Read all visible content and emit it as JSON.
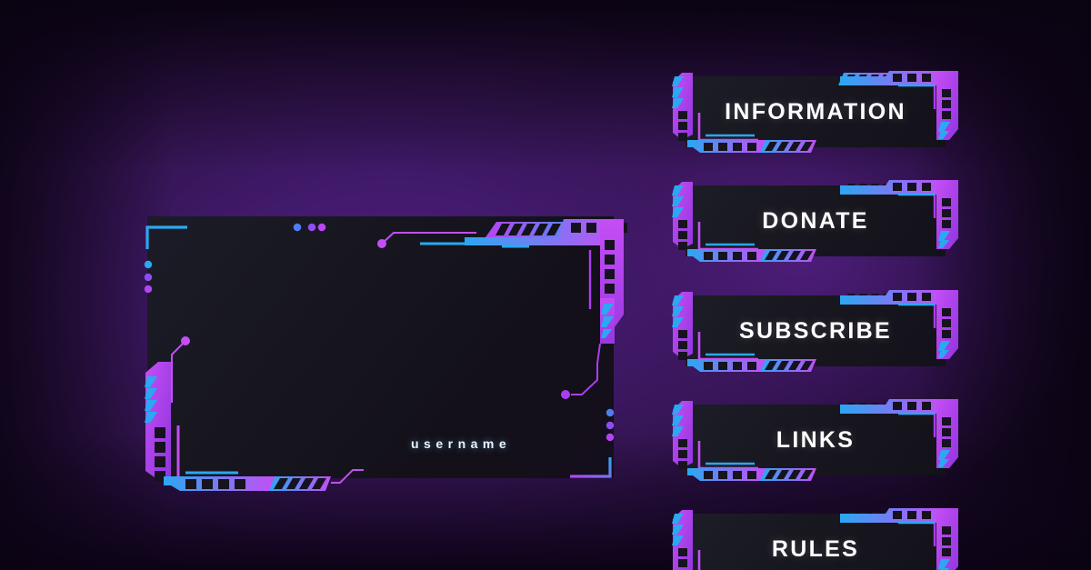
{
  "theme": {
    "background_dark": "#190a28",
    "background_purple": "#4b1d7a",
    "panel_dark": "#191a24",
    "accent_cyan": "#2aa8f2",
    "accent_blue": "#4a63e8",
    "accent_purple": "#a93ff0",
    "accent_magenta": "#c44ef5",
    "text_white": "#ffffff",
    "username_color": "#eaf6ff"
  },
  "webcam": {
    "name": "webcam-frame",
    "username": "username"
  },
  "menu": {
    "name": "stream-overlay-menu",
    "buttons": [
      {
        "id": "information",
        "label": "INFORMATION"
      },
      {
        "id": "donate",
        "label": "DONATE"
      },
      {
        "id": "subscribe",
        "label": "SUBSCRIBE"
      },
      {
        "id": "links",
        "label": "LINKS"
      },
      {
        "id": "rules",
        "label": "RULES"
      }
    ]
  }
}
